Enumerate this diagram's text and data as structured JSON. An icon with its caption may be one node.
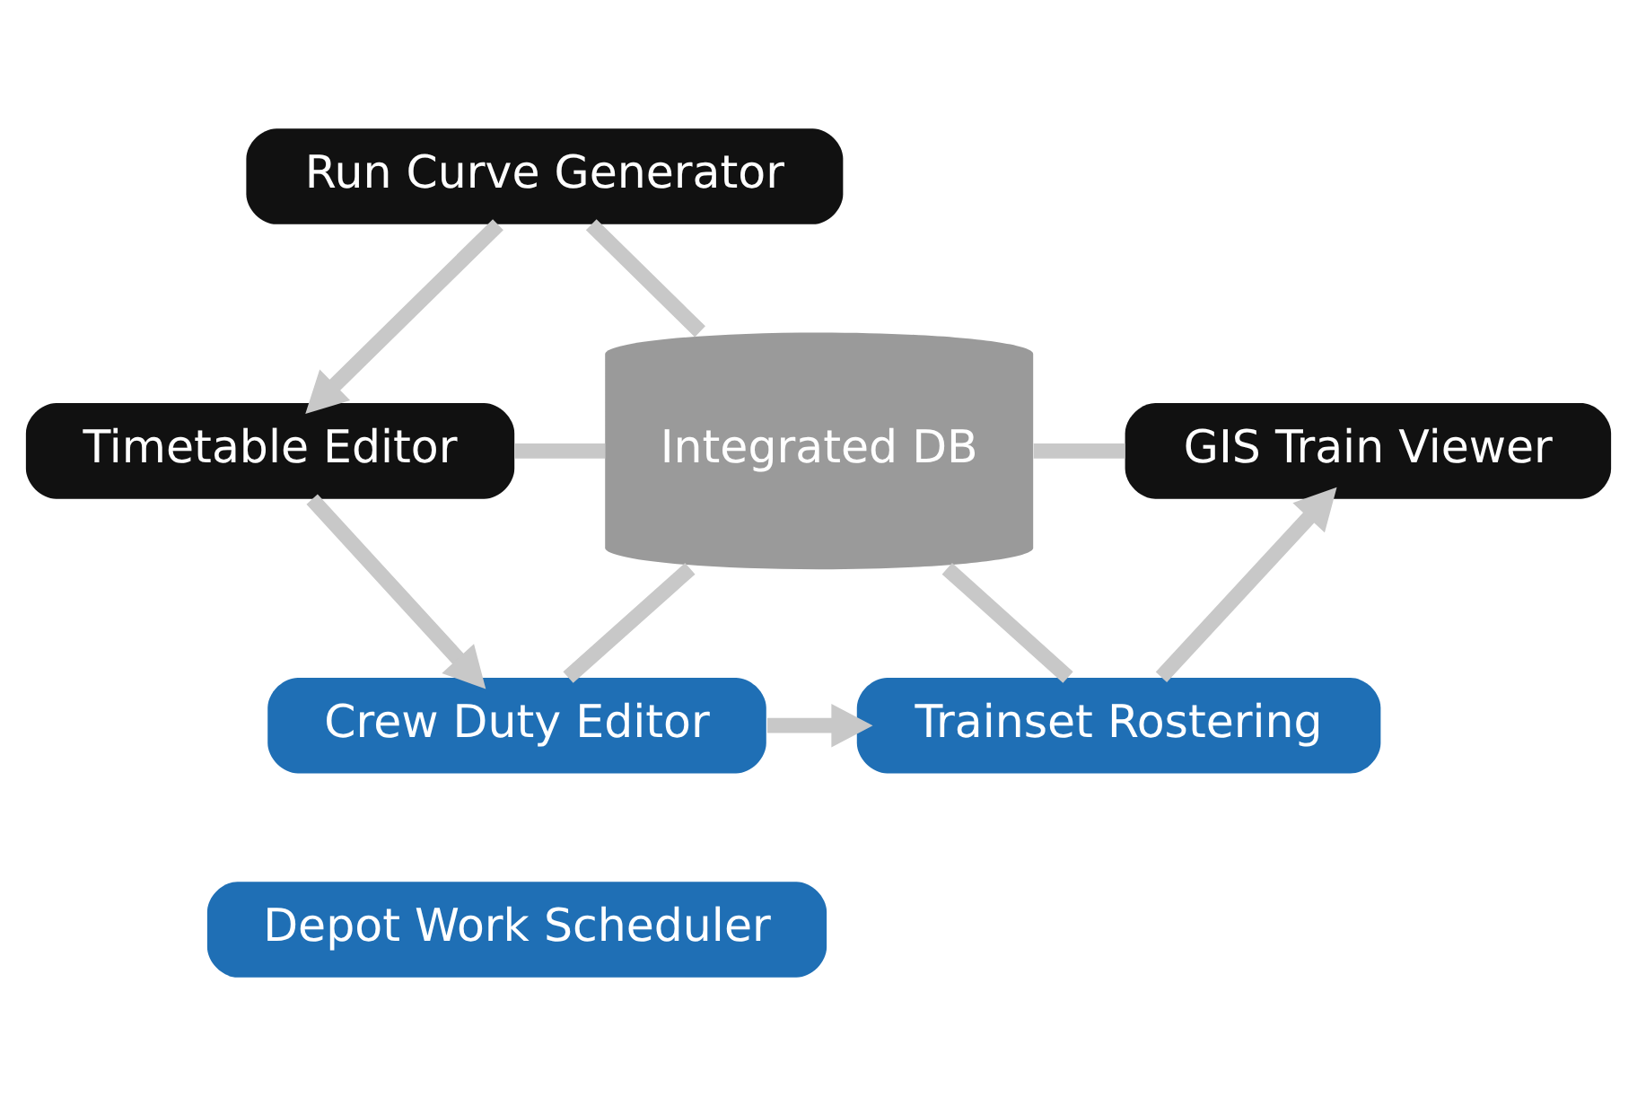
{
  "diagram": {
    "nodes": [
      {
        "text": [
          "Run Curve Generator"
        ]
      },
      {
        "text": [
          "Timetable Editor"
        ]
      },
      {
        "text": [
          "Integrated DB"
        ]
      },
      {
        "text": [
          "GIS Train Viewer"
        ]
      },
      {
        "text": [
          "Crew Duty Editor"
        ]
      },
      {
        "text": [
          "Trainset Rostering"
        ]
      },
      {
        "text": [
          "Depot Work Scheduler"
        ]
      }
    ],
    "edges": [
      {
        "from": 0,
        "to": 2,
        "arrow": "none"
      },
      {
        "from": 1,
        "to": 2,
        "arrow": "none"
      },
      {
        "from": 2,
        "to": 3,
        "arrow": "none"
      },
      {
        "from": 2,
        "to": 4,
        "arrow": "none"
      },
      {
        "from": 2,
        "to": 5,
        "arrow": "none"
      },
      {
        "from": 0,
        "to": 1,
        "arrow": "to"
      },
      {
        "from": 1,
        "to": 4,
        "arrow": "to"
      },
      {
        "from": 4,
        "to": 5,
        "arrow": "to"
      },
      {
        "from": 5,
        "to": 3,
        "arrow": "to"
      }
    ]
  }
}
